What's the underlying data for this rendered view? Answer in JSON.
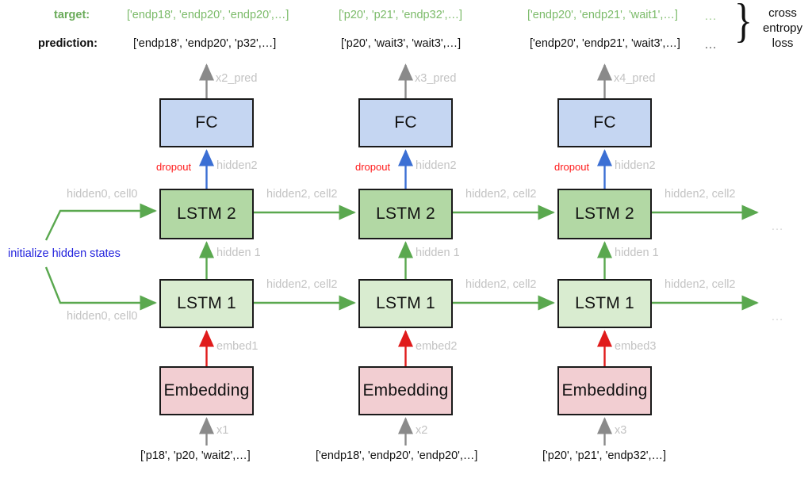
{
  "diagram": {
    "title": "Stacked LSTM sequence model unrolled over three timesteps",
    "rows": {
      "target_label": "target:",
      "prediction_label": "prediction:"
    },
    "colors": {
      "target_green": "#7cbb6a",
      "fc_blue": "#c5d6f2",
      "lstm2_green": "#b2d8a4",
      "lstm1_green": "#d9ecd0",
      "embedding_pink": "#f2ced2",
      "arrow_green": "#5aa84f",
      "arrow_gray": "#8a8a8a",
      "arrow_blue": "#3b6fd4",
      "arrow_red": "#e01b1b",
      "dropout_red": "#ff1a1a",
      "init_blue": "#2222dd",
      "label_gray": "#c3c3c3"
    },
    "loss": {
      "brace": "}",
      "text_line1": "cross",
      "text_line2": "entropy",
      "text_line3": "loss",
      "target_ellipsis": "…",
      "prediction_ellipsis": "…"
    },
    "init": {
      "label": "initialize hidden states"
    },
    "right_ellipsis": {
      "lstm2": "…",
      "lstm1": "…"
    },
    "timesteps": [
      {
        "index": 1,
        "target_seq": "['endp18', 'endp20', 'endp20',…]",
        "prediction_seq": "['endp18', 'endp20', 'p32',…]",
        "pred_out_label": "x2_pred",
        "fc_label": "FC",
        "dropout_label": "dropout",
        "hidden2_label": "hidden2",
        "lstm2_label": "LSTM 2",
        "lstm2_in_state": "hidden0, cell0",
        "lstm2_out_state": "hidden2, cell2",
        "hidden1_label": "hidden 1",
        "lstm1_label": "LSTM 1",
        "lstm1_in_state": "hidden0, cell0",
        "lstm1_out_state": "hidden2, cell2",
        "embed_label": "embed1",
        "embedding_label": "Embedding",
        "input_label": "x1",
        "input_seq": "['p18', 'p20, 'wait2',…]"
      },
      {
        "index": 2,
        "target_seq": "['p20', 'p21', 'endp32',…]",
        "prediction_seq": "['p20', 'wait3', 'wait3',…]",
        "pred_out_label": "x3_pred",
        "fc_label": "FC",
        "dropout_label": "dropout",
        "hidden2_label": "hidden2",
        "lstm2_label": "LSTM 2",
        "lstm2_in_state": "hidden2, cell2",
        "lstm2_out_state": "hidden2, cell2",
        "hidden1_label": "hidden 1",
        "lstm1_label": "LSTM 1",
        "lstm1_in_state": "hidden2, cell2",
        "lstm1_out_state": "hidden2, cell2",
        "embed_label": "embed2",
        "embedding_label": "Embedding",
        "input_label": "x2",
        "input_seq": "['endp18', 'endp20', 'endp20',…]"
      },
      {
        "index": 3,
        "target_seq": "['endp20', 'endp21', 'wait1',…]",
        "prediction_seq": "['endp20', 'endp21', 'wait3',…]",
        "pred_out_label": "x4_pred",
        "fc_label": "FC",
        "dropout_label": "dropout",
        "hidden2_label": "hidden2",
        "lstm2_label": "LSTM 2",
        "lstm2_in_state": "hidden2, cell2",
        "lstm2_out_state": "hidden2, cell2",
        "hidden1_label": "hidden 1",
        "lstm1_label": "LSTM 1",
        "lstm1_in_state": "hidden2, cell2",
        "lstm1_out_state": "hidden2, cell2",
        "embed_label": "embed3",
        "embedding_label": "Embedding",
        "input_label": "x3",
        "input_seq": "['p20', 'p21', 'endp32',…]"
      }
    ]
  }
}
